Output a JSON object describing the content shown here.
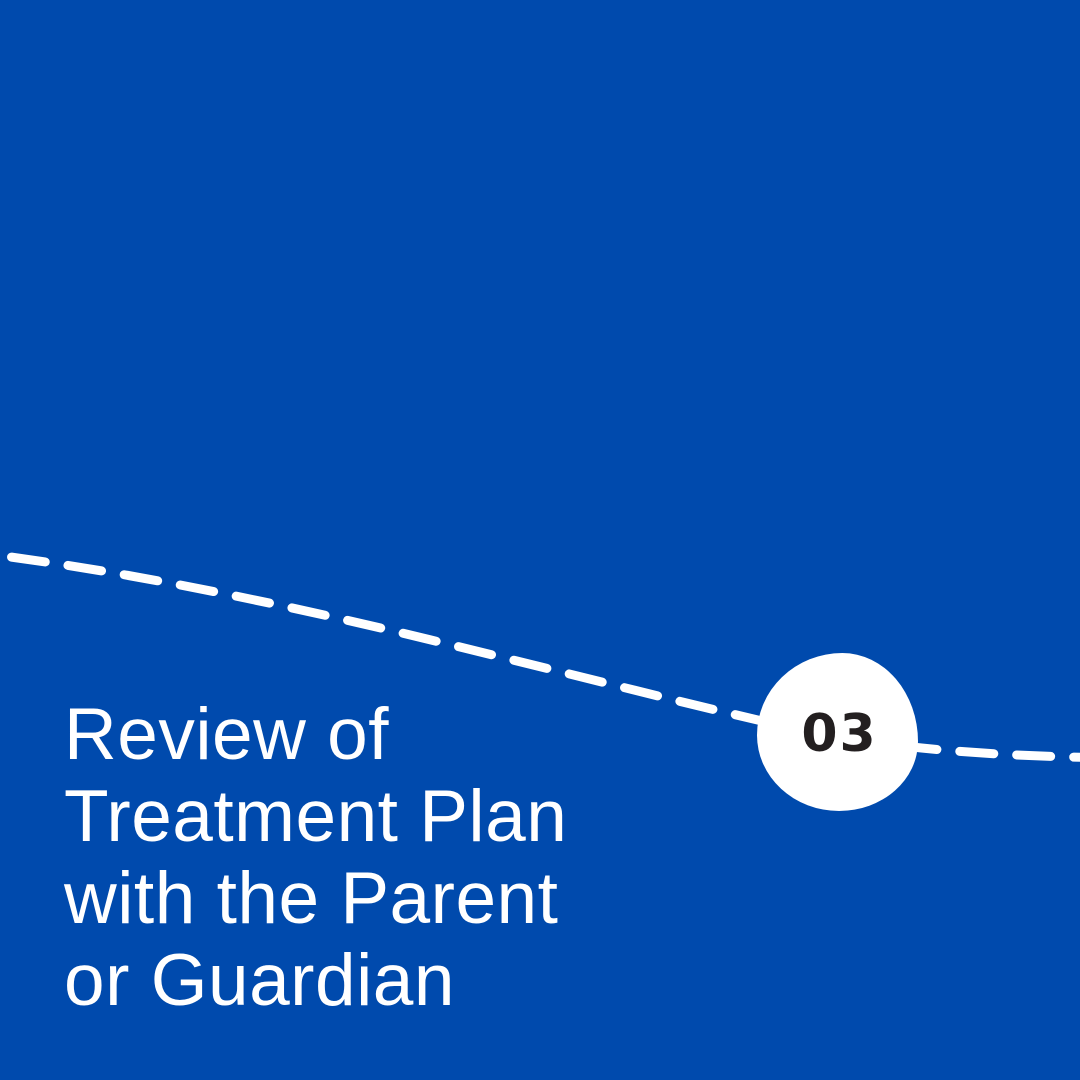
{
  "page": {
    "background_color": "#004AAD",
    "text_color": "#FFFFFF"
  },
  "dashed_path": {
    "color": "#FFFFFF",
    "style": "dashed"
  },
  "step_badge": {
    "number": "03",
    "background_color": "#FFFFFF",
    "text_color": "#231F20"
  },
  "title": {
    "lines": [
      "Review of",
      "Treatment Plan",
      "with the Parent",
      "or Guardian"
    ],
    "text": "Review of Treatment Plan with the Parent or Guardian"
  }
}
